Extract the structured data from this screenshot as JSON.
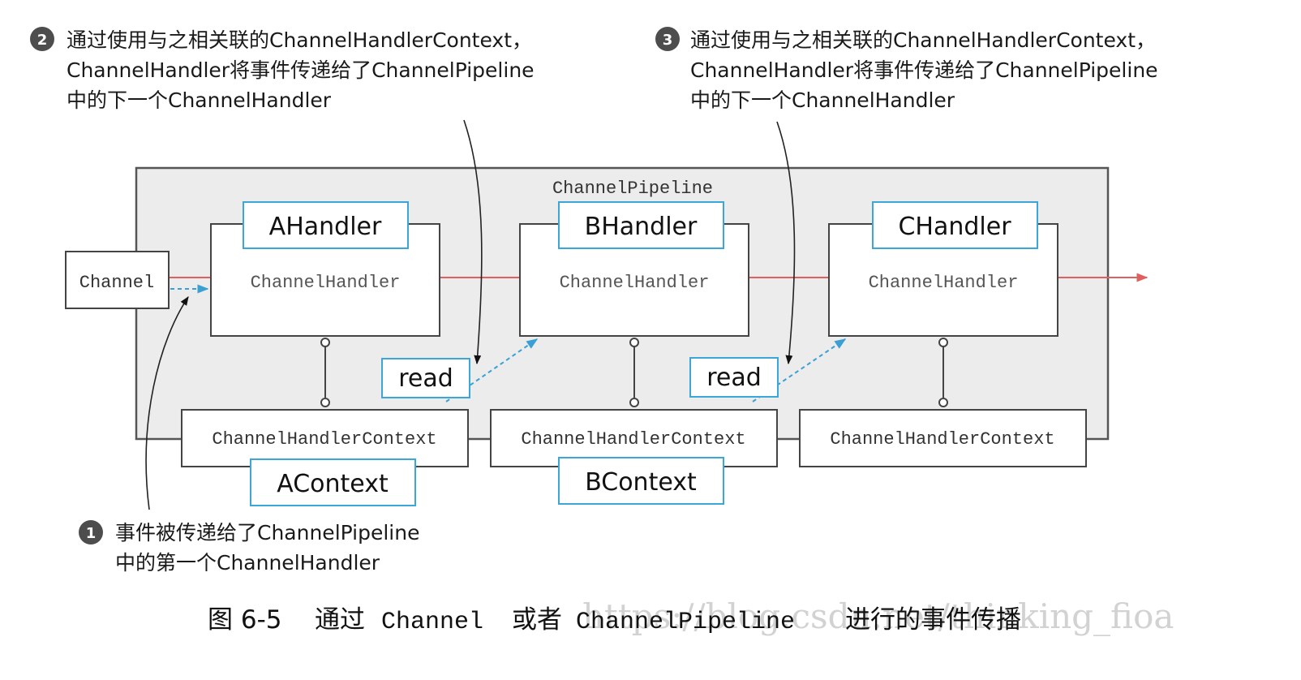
{
  "colors": {
    "pipeline_fill": "#ececec",
    "pipeline_stroke": "#555555",
    "box_stroke": "#444444",
    "label_box_stroke": "#3aa7d8",
    "event_line": "#e06060",
    "dashed_arrow": "#3aa0d4",
    "badge_fill": "#4d4d4d",
    "watermark": "#d2d2d2"
  },
  "pipeline": {
    "label": "ChannelPipeline"
  },
  "channel": {
    "label": "Channel"
  },
  "handlers": [
    {
      "name": "AHandler",
      "type_label": "ChannelHandler",
      "context_label": "ChannelHandlerContext",
      "context_name": "AContext"
    },
    {
      "name": "BHandler",
      "type_label": "ChannelHandler",
      "context_label": "ChannelHandlerContext",
      "context_name": "BContext"
    },
    {
      "name": "CHandler",
      "type_label": "ChannelHandler",
      "context_label": "ChannelHandlerContext",
      "context_name": ""
    }
  ],
  "read_labels": [
    "read",
    "read"
  ],
  "annotations": {
    "note1": {
      "number": "1",
      "lines": [
        "事件被传递给了ChannelPipeline",
        "中的第一个ChannelHandler"
      ]
    },
    "note2": {
      "number": "2",
      "lines": [
        "通过使用与之相关联的ChannelHandlerContext，",
        "ChannelHandler将事件传递给了ChannelPipeline",
        "中的下一个ChannelHandler"
      ]
    },
    "note3": {
      "number": "3",
      "lines": [
        "通过使用与之相关联的ChannelHandlerContext，",
        "ChannelHandler将事件传递给了ChannelPipeline",
        "中的下一个ChannelHandler"
      ]
    }
  },
  "caption": {
    "figure": "图 6-5",
    "part1": "通过",
    "code1": "Channel",
    "part2": "或者",
    "code2": "ChannelPipeline",
    "part3": "进行的事件传播"
  },
  "watermark": "https://blog.csdn.net/thinking_fioa"
}
